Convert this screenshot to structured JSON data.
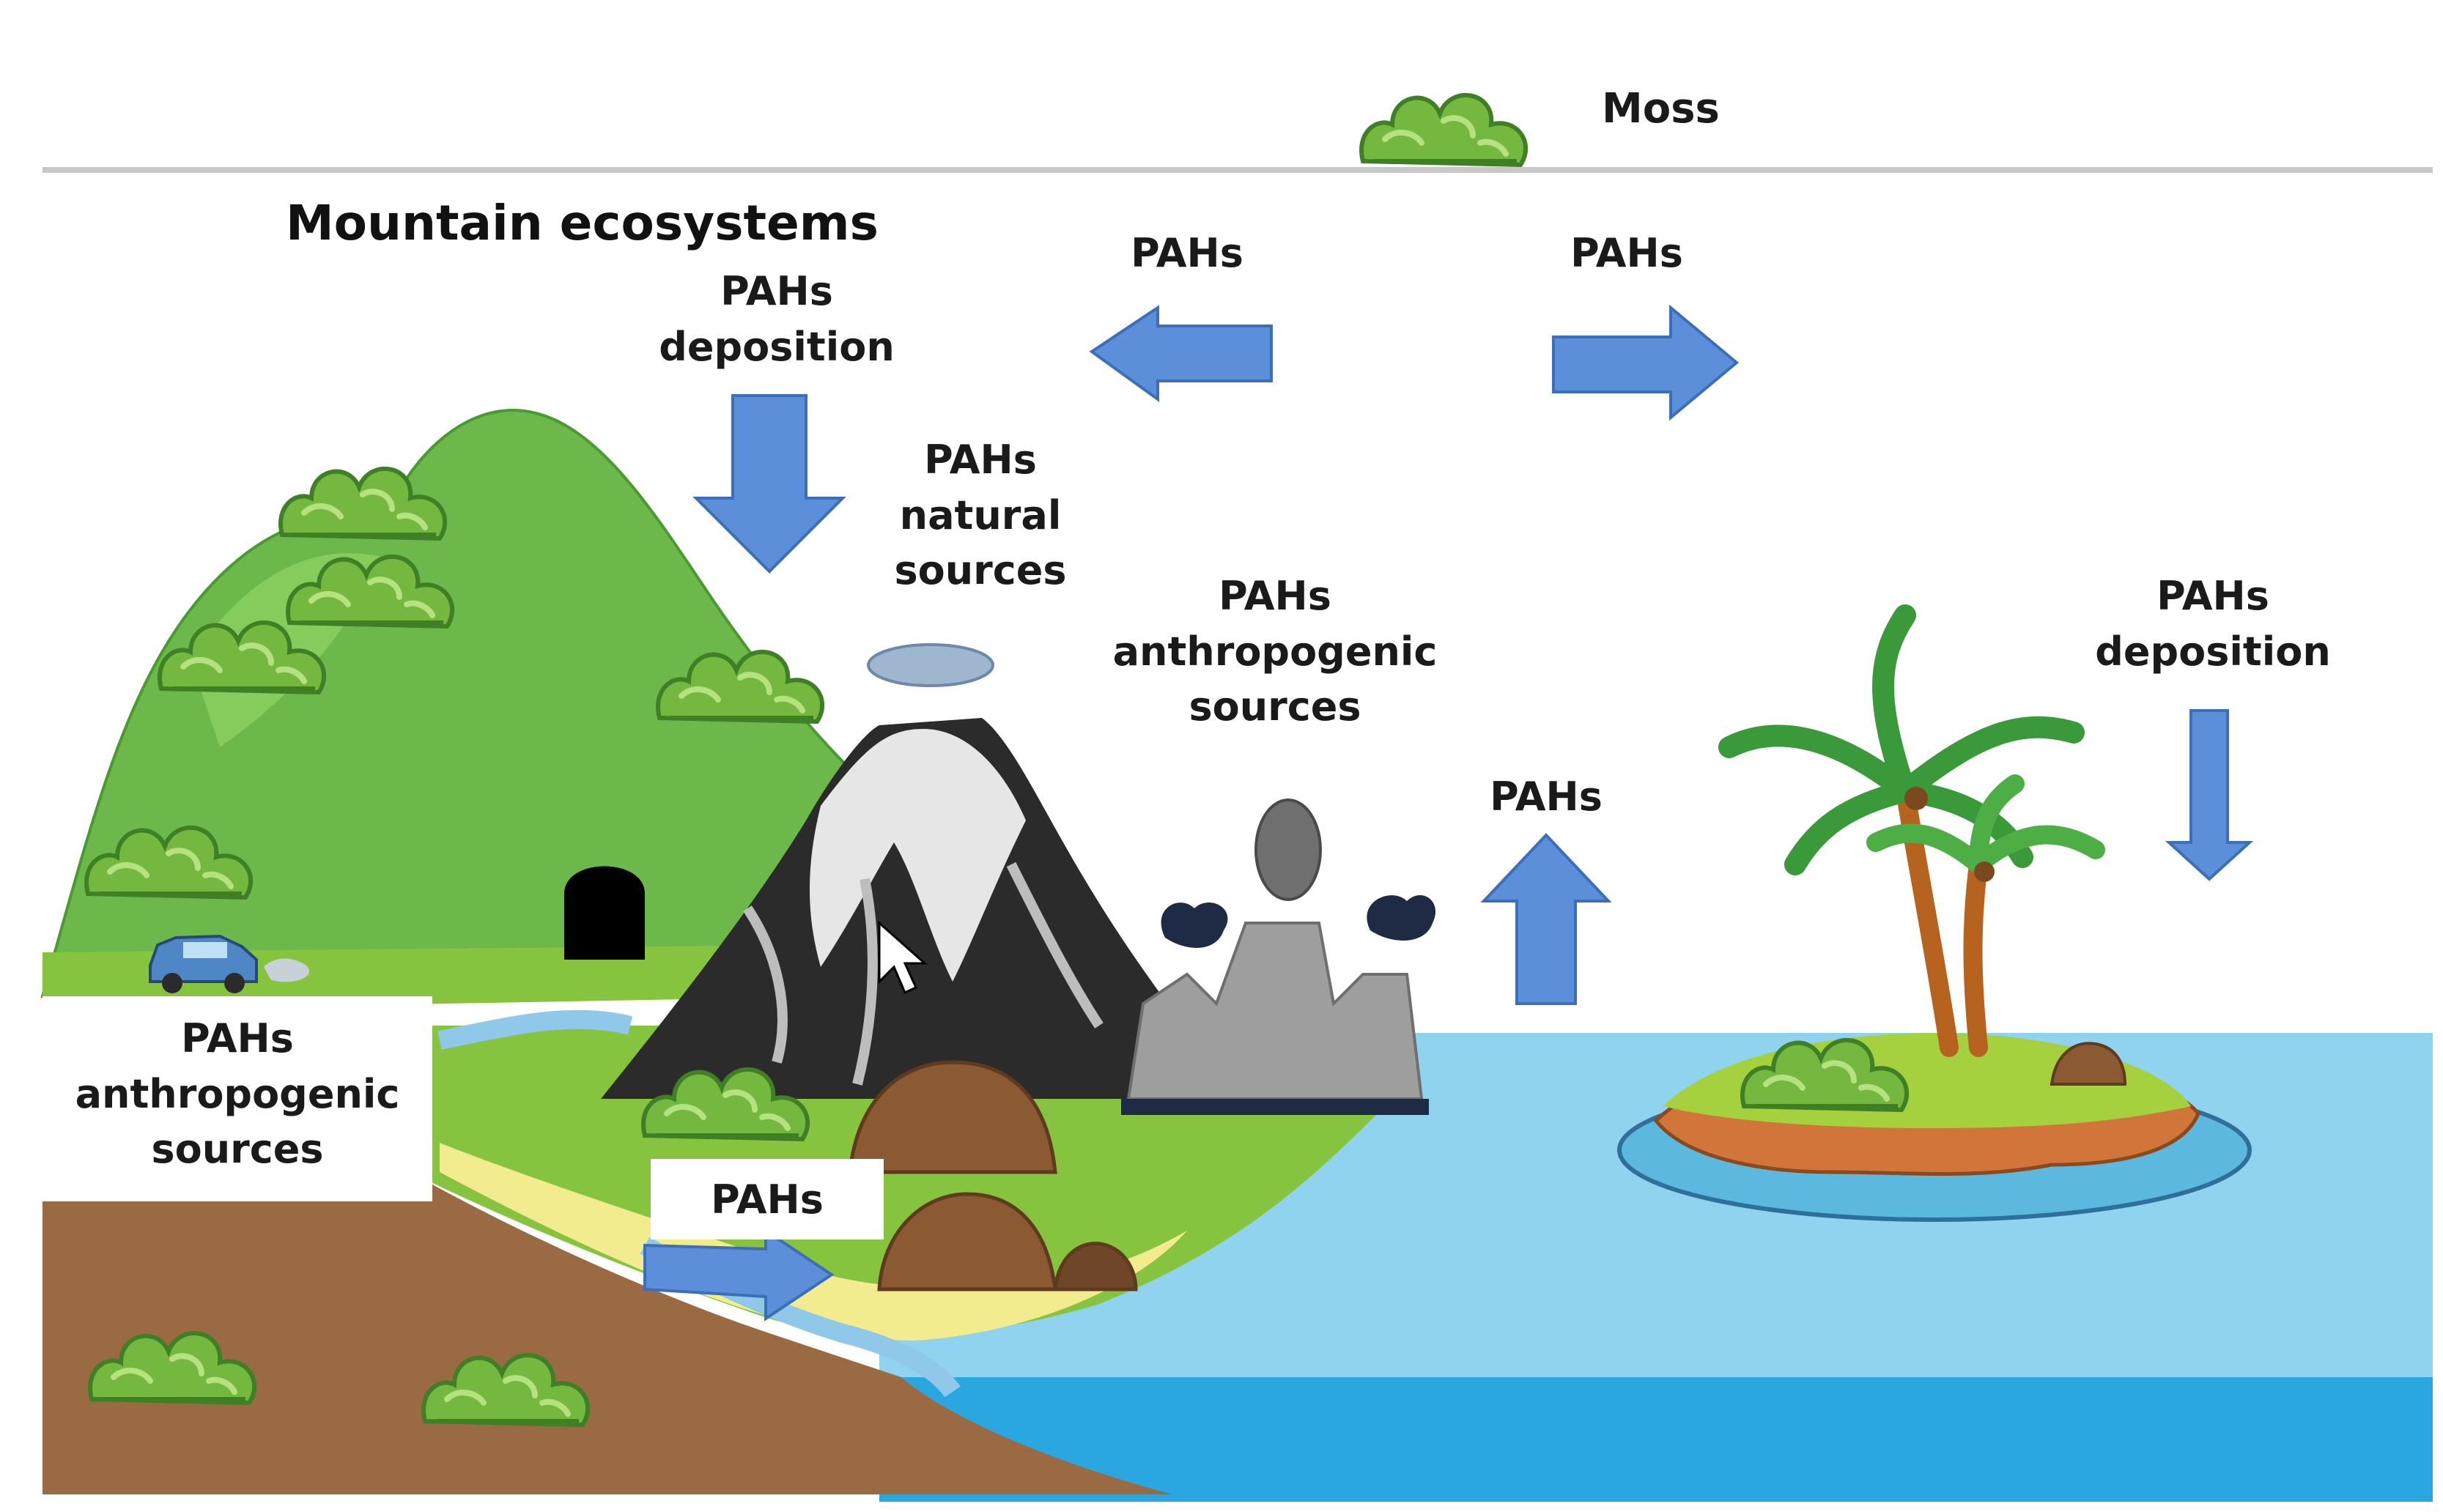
{
  "legend": {
    "moss_label": "Moss"
  },
  "title": "Mountain ecosystems",
  "labels": {
    "deposition_left": [
      "PAHs",
      "deposition"
    ],
    "natural_sources": [
      "PAHs",
      "natural",
      "sources"
    ],
    "transport_left": "PAHs",
    "transport_right": "PAHs",
    "anthropogenic_center": [
      "PAHs",
      "anthropogenic",
      "sources"
    ],
    "emission_up": "PAHs",
    "deposition_right": [
      "PAHs",
      "deposition"
    ],
    "anthropogenic_left": [
      "PAHs",
      "anthropogenic",
      "sources"
    ],
    "runoff": "PAHs"
  },
  "colors": {
    "arrow": "#5b8fd9",
    "moss": "#7cc243",
    "mountain": "#6cb84a",
    "soil": "#9a6b43",
    "sea": "#8fd3ef",
    "deep_sea": "#2aa7df",
    "river": "#8fc8e8",
    "factory": "#9e9e9e"
  }
}
